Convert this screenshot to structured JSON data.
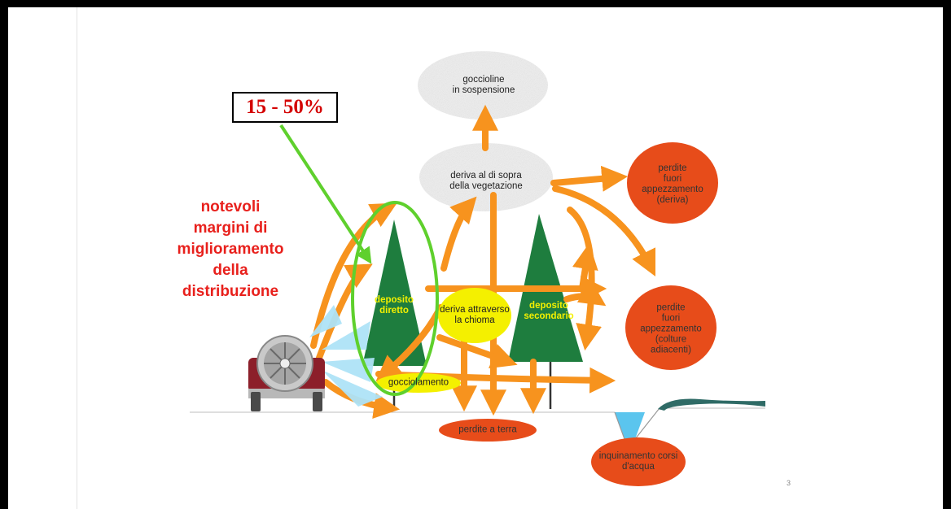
{
  "slide": {
    "percent_label": "15 - 50%",
    "note_lines": [
      "notevoli",
      "margini di",
      "miglioramento",
      "della",
      "distribuzione"
    ],
    "page_number": "3"
  },
  "diagram": {
    "suspended": [
      "goccioline",
      "in sospensione"
    ],
    "drift_above": [
      "deriva al di sopra",
      "della vegetazione"
    ],
    "direct": [
      "deposito",
      "diretto"
    ],
    "through": [
      "deriva attraverso",
      "la chioma"
    ],
    "secondary": [
      "deposito",
      "secondario"
    ],
    "dripping": "gocciolamento",
    "ground_loss": "perdite a terra",
    "water": [
      "inquinamento corsi",
      "d'acqua"
    ],
    "loss_drift": [
      "perdite",
      "fuori",
      "appezzamento",
      "(deriva)"
    ],
    "loss_crops": [
      "perdite",
      "fuori",
      "appezzamento",
      "(colture",
      "adiacenti)"
    ]
  },
  "colors": {
    "arrow": "#f7931e",
    "red_bubble": "#e74c1a",
    "tree": "#1e7d3e",
    "yellow": "#f4f000",
    "highlight": "#5fd02d",
    "note": "#e8201c",
    "water": "#5bc5ee"
  }
}
